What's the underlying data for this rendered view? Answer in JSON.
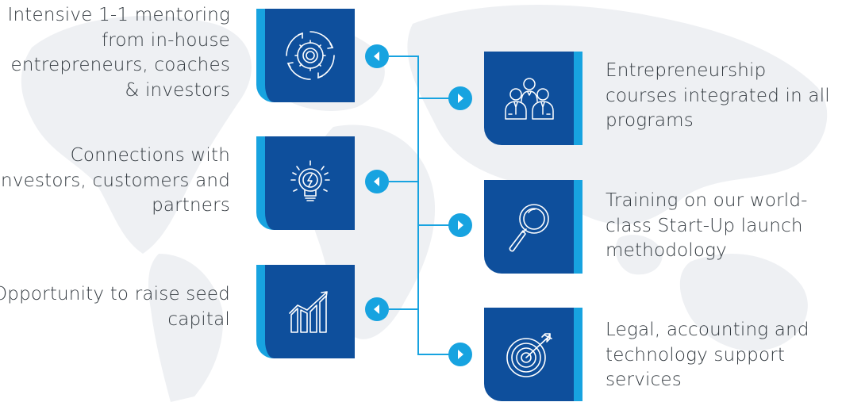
{
  "left_items": [
    {
      "label": "Intensive 1-1 mentoring from in-house entrepreneurs, coaches & investors",
      "icon": "gear-cycle-icon"
    },
    {
      "label": "Connections with investors, customers and partners",
      "icon": "lightbulb-icon"
    },
    {
      "label": "Opportunity to raise seed capital",
      "icon": "growth-chart-icon"
    }
  ],
  "right_items": [
    {
      "label": "Entrepreneurship courses integrated in all programs",
      "icon": "business-people-icon"
    },
    {
      "label": "Training on our world-class Start-Up launch methodology",
      "icon": "magnifier-icon"
    },
    {
      "label": "Legal, accounting and technology support services",
      "icon": "target-arrow-icon"
    }
  ],
  "colors": {
    "tile": "#0e4f9c",
    "accent": "#17a3e0",
    "text": "#333a40",
    "map": "#eef0f3"
  }
}
